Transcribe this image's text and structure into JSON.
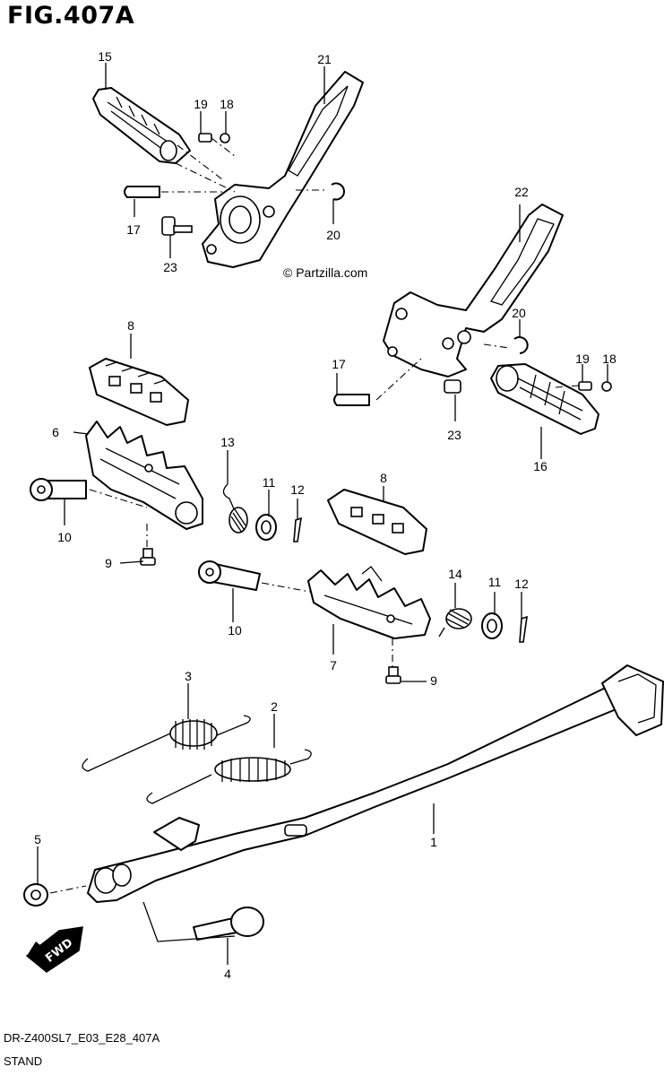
{
  "header": {
    "title": "FIG.407A"
  },
  "watermark": "© Partzilla.com",
  "footer": {
    "code": "DR-Z400SL7_E03_E28_407A",
    "name": "STAND"
  },
  "badges": {
    "fwd": "FWD"
  },
  "part_numbers": {
    "p1": "1",
    "p2": "2",
    "p3": "3",
    "p4": "4",
    "p5": "5",
    "p6": "6",
    "p7": "7",
    "p8a": "8",
    "p8b": "8",
    "p9a": "9",
    "p9b": "9",
    "p10a": "10",
    "p10b": "10",
    "p11a": "11",
    "p11b": "11",
    "p12a": "12",
    "p12b": "12",
    "p13": "13",
    "p14": "14",
    "p15": "15",
    "p16": "16",
    "p17a": "17",
    "p17b": "17",
    "p18a": "18",
    "p18b": "18",
    "p19a": "19",
    "p19b": "19",
    "p20a": "20",
    "p20b": "20",
    "p21": "21",
    "p22": "22",
    "p23a": "23",
    "p23b": "23"
  }
}
